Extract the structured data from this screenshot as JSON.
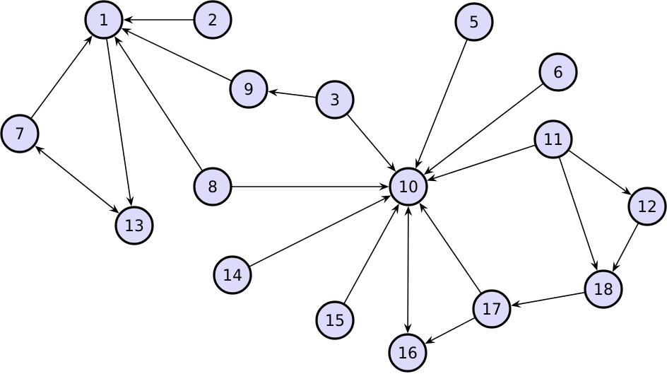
{
  "graph": {
    "nodes": [
      {
        "id": "1",
        "label": "1"
      },
      {
        "id": "2",
        "label": "2"
      },
      {
        "id": "3",
        "label": "3"
      },
      {
        "id": "5",
        "label": "5"
      },
      {
        "id": "6",
        "label": "6"
      },
      {
        "id": "7",
        "label": "7"
      },
      {
        "id": "8",
        "label": "8"
      },
      {
        "id": "9",
        "label": "9"
      },
      {
        "id": "10",
        "label": "10"
      },
      {
        "id": "11",
        "label": "11"
      },
      {
        "id": "12",
        "label": "12"
      },
      {
        "id": "13",
        "label": "13"
      },
      {
        "id": "14",
        "label": "14"
      },
      {
        "id": "15",
        "label": "15"
      },
      {
        "id": "16",
        "label": "16"
      },
      {
        "id": "17",
        "label": "17"
      },
      {
        "id": "18",
        "label": "18"
      }
    ],
    "edges": [
      {
        "from": "2",
        "to": "1",
        "bidirectional": false
      },
      {
        "from": "9",
        "to": "1",
        "bidirectional": false
      },
      {
        "from": "8",
        "to": "1",
        "bidirectional": false
      },
      {
        "from": "7",
        "to": "1",
        "bidirectional": false
      },
      {
        "from": "1",
        "to": "13",
        "bidirectional": false
      },
      {
        "from": "7",
        "to": "13",
        "bidirectional": true
      },
      {
        "from": "3",
        "to": "9",
        "bidirectional": false
      },
      {
        "from": "3",
        "to": "10",
        "bidirectional": false
      },
      {
        "from": "5",
        "to": "10",
        "bidirectional": false
      },
      {
        "from": "6",
        "to": "10",
        "bidirectional": false
      },
      {
        "from": "11",
        "to": "10",
        "bidirectional": false
      },
      {
        "from": "8",
        "to": "10",
        "bidirectional": false
      },
      {
        "from": "14",
        "to": "10",
        "bidirectional": false
      },
      {
        "from": "15",
        "to": "10",
        "bidirectional": false
      },
      {
        "from": "10",
        "to": "16",
        "bidirectional": true
      },
      {
        "from": "17",
        "to": "10",
        "bidirectional": false
      },
      {
        "from": "17",
        "to": "16",
        "bidirectional": false
      },
      {
        "from": "11",
        "to": "12",
        "bidirectional": false
      },
      {
        "from": "11",
        "to": "18",
        "bidirectional": false
      },
      {
        "from": "12",
        "to": "18",
        "bidirectional": false
      },
      {
        "from": "18",
        "to": "17",
        "bidirectional": false
      }
    ]
  }
}
